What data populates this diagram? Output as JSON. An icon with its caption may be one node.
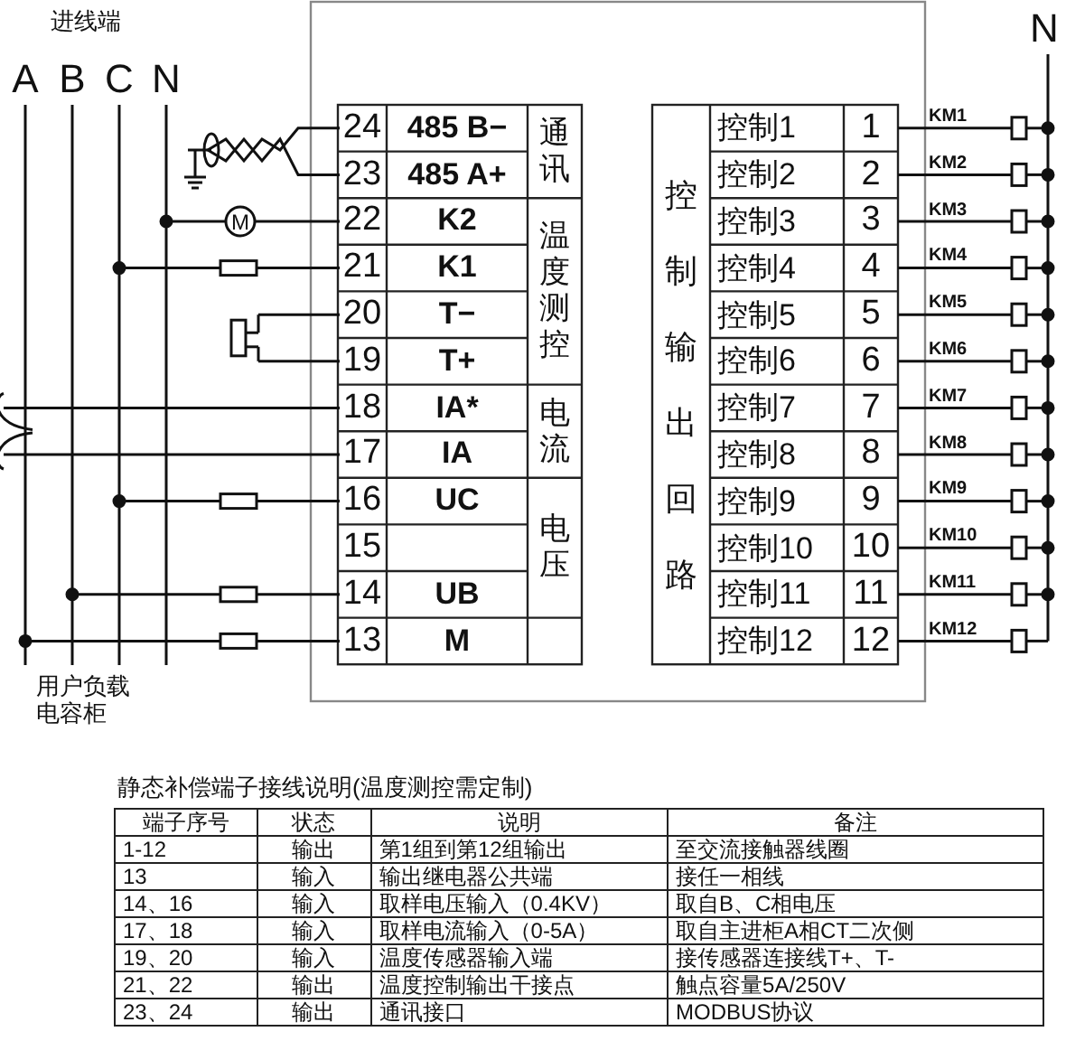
{
  "diagram": {
    "labels": [
      "进线端",
      "A",
      "B",
      "C",
      "N",
      "N",
      "M",
      "24",
      "485 B−",
      "通讯",
      "23",
      "485 A+",
      "22",
      "K2",
      "温度测控",
      "21",
      "K1",
      "20",
      "T−",
      "19",
      "T+",
      "18",
      "IA*",
      "电流",
      "17",
      "IA",
      "16",
      "UC",
      "电压",
      "15",
      "14",
      "UB",
      "13",
      "M",
      "控制输出回路",
      "控制1",
      "1",
      "KM1",
      "控制2",
      "2",
      "KM2",
      "控制3",
      "3",
      "KM3",
      "控制4",
      "4",
      "KM4",
      "控制5",
      "5",
      "KM5",
      "控制6",
      "6",
      "KM6",
      "控制7",
      "7",
      "KM7",
      "控制8",
      "8",
      "KM8",
      "控制9",
      "9",
      "KM9",
      "控制10",
      "10",
      "KM10",
      "控制11",
      "11",
      "KM11",
      "控制12",
      "12",
      "KM12",
      "用户负载电容柜",
      "静态补偿端子接线说明(温度测控需定制)",
      "端子序号",
      "状态",
      "说明",
      "备注",
      "1-12",
      "输出",
      "第1组到第12组输出",
      "至交流接触器线圈",
      "13",
      "输入",
      "输出继电器公共端",
      "接任一相线",
      "14、16",
      "输入",
      "取样电压输入（0.4KV）",
      "取自B、C相电压",
      "17、18",
      "输入",
      "取样电流输入（0-5A）",
      "取自主进柜A相CT二次侧",
      "19、20",
      "输入",
      "温度传感器输入端",
      "接传感器连接线T+、T-",
      "21、22",
      "输出",
      "温度控制输出干接点",
      "触点容量5A/250V",
      "23、24",
      "输出",
      "通讯接口",
      "MODBUS协议"
    ]
  }
}
